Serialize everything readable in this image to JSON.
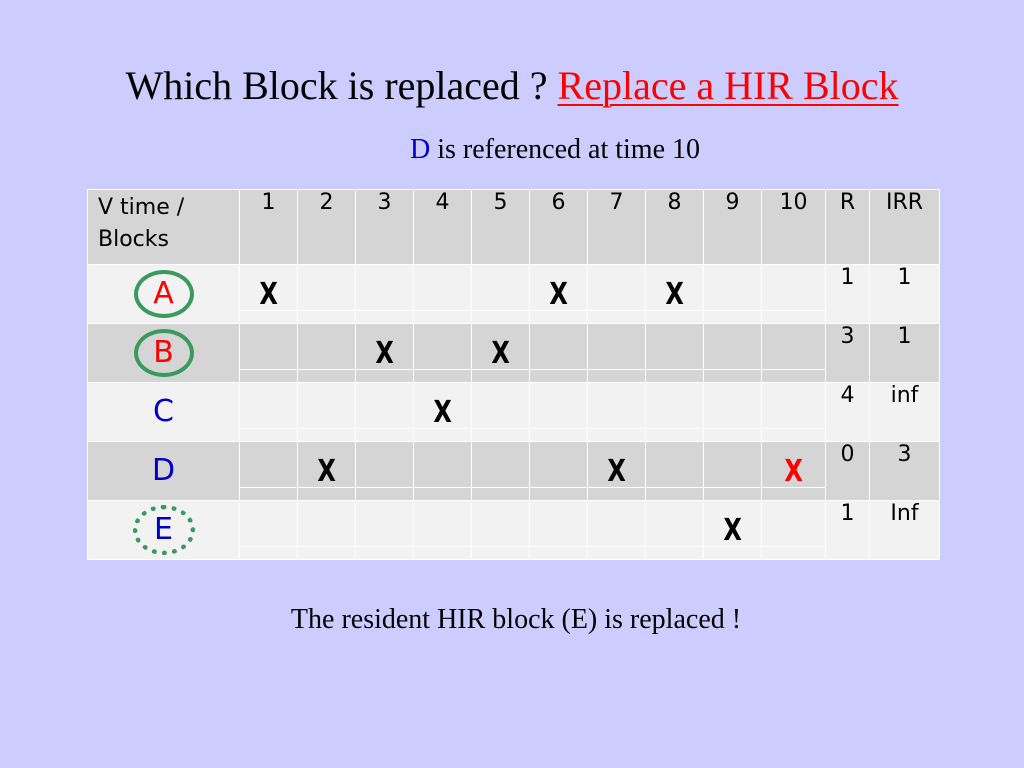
{
  "slide": {
    "title_prefix": "Which Block is replaced ? ",
    "title_highlight": "Replace a HIR Block",
    "subtitle_block": "D",
    "subtitle_text": " is referenced at time 10",
    "footer": "The resident HIR block (E) is replaced !"
  },
  "table": {
    "header_line1": "V time /",
    "header_line2": "Blocks",
    "times": [
      "1",
      "2",
      "3",
      "4",
      "5",
      "6",
      "7",
      "8",
      "9",
      "10"
    ],
    "col_r": "R",
    "col_irr": "IRR",
    "mark_glyph": "X",
    "rows": [
      {
        "block": "A",
        "marks": [
          1,
          6,
          8
        ],
        "r": "1",
        "irr": "1"
      },
      {
        "block": "B",
        "marks": [
          3,
          5
        ],
        "r": "3",
        "irr": "1"
      },
      {
        "block": "C",
        "marks": [
          4
        ],
        "r": "4",
        "irr": "inf"
      },
      {
        "block": "D",
        "marks": [
          2,
          7,
          10
        ],
        "r": "0",
        "irr": "3"
      },
      {
        "block": "E",
        "marks": [
          9
        ],
        "r": "1",
        "irr": "Inf"
      }
    ]
  },
  "colors": {
    "background": "#ccccff",
    "highlight_red": "#ff0000",
    "block_blue": "#0000cc",
    "circle_green": "#3a9a5e",
    "current_reference_mark": "#ff0000"
  }
}
